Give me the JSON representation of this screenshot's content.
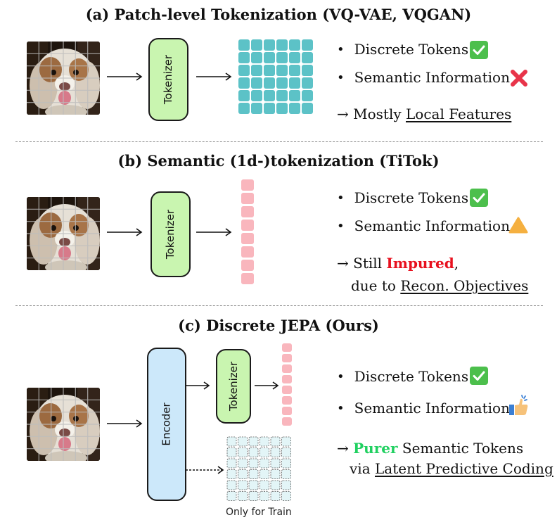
{
  "sections": [
    {
      "title": "(a) Patch-level Tokenization (VQ-VAE, VQGAN)",
      "tokenizer_label": "Tokenizer",
      "bullets": [
        "Discrete Tokens",
        "Semantic Information"
      ],
      "icons": [
        "check-icon",
        "cross-icon"
      ],
      "conclusion_arrow": "→",
      "conclusion_prefix": "Mostly",
      "conclusion_emph": "Local Features"
    },
    {
      "title": "(b) Semantic (1d-)tokenization (TiTok)",
      "tokenizer_label": "Tokenizer",
      "bullets": [
        "Discrete Tokens",
        "Semantic Information"
      ],
      "icons": [
        "check-icon",
        "warning-icon"
      ],
      "conclusion_arrow": "→",
      "conclusion_prefix": "Still",
      "conclusion_emph": "Impured",
      "conclusion_suffix": ",",
      "conclusion_line2_prefix": "due to",
      "conclusion_line2_emph": "Recon. Objectives"
    },
    {
      "title": "(c) Discrete JEPA (Ours)",
      "encoder_label": "Encoder",
      "tokenizer_label": "Tokenizer",
      "bullets": [
        "Discrete Tokens",
        "Semantic Information"
      ],
      "icons": [
        "check-icon",
        "thumbs-up-icon"
      ],
      "conclusion_arrow": "→",
      "conclusion_emph": "Purer",
      "conclusion_suffix": "Semantic Tokens",
      "conclusion_line2_prefix": "via",
      "conclusion_line2_emph": "Latent Predictive Coding",
      "caption": "Only for Train"
    }
  ],
  "colors": {
    "patch_token": "#5cc2c7",
    "semantic_token": "#f9b6bd",
    "tokenizer_fill": "#c9f5b0",
    "encoder_fill": "#cce8fa",
    "check": "#4cbf4c",
    "cross": "#e8344a",
    "warning": "#f5b040",
    "impured": "#e8101e",
    "purer": "#20d060"
  }
}
